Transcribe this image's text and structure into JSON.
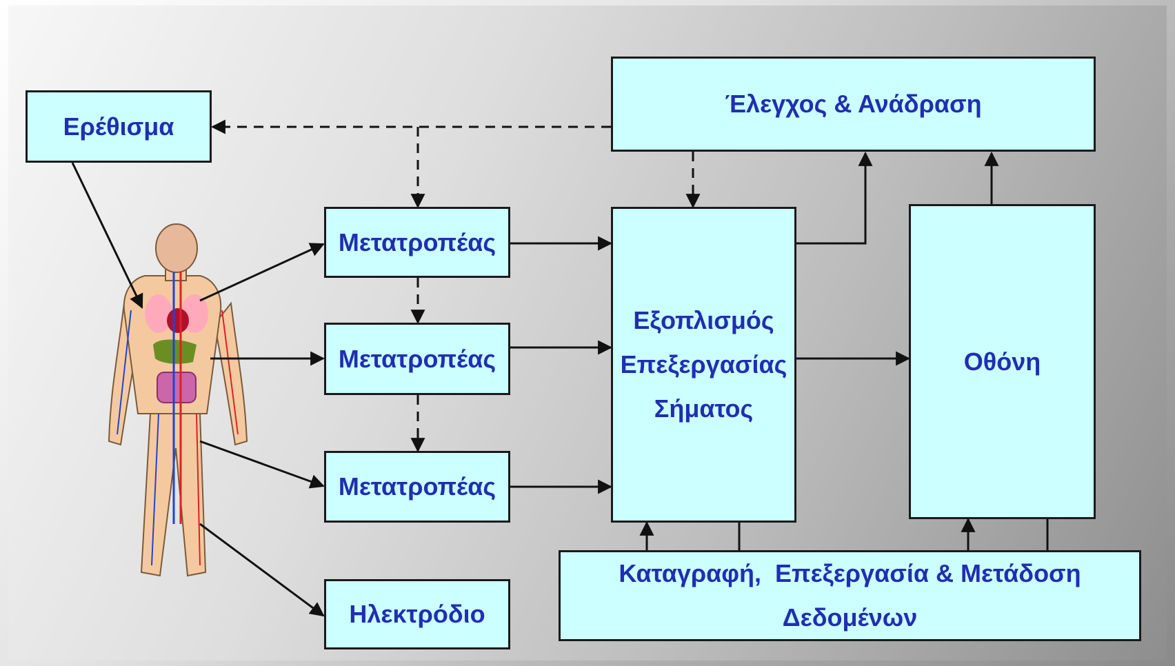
{
  "diagram": {
    "stimulus": "Ερέθισμα",
    "control": "Έλεγχος & Ανάδραση",
    "transducers": [
      "Μετατροπέας",
      "Μετατροπέας",
      "Μετατροπέας"
    ],
    "electrode": "Ηλεκτρόδιο",
    "processing": [
      "Εξοπλισμός",
      "Επεξεργασίας",
      "Σήματος"
    ],
    "display": "Οθόνη",
    "recording": [
      "Καταγραφή,  Επεξεργασία & Μετάδοση",
      "Δεδομένων"
    ]
  },
  "colors": {
    "box_fill": "#ccffff",
    "box_text": "#1f2fb0",
    "line": "#111111"
  },
  "icons": [
    "human-anatomy-icon"
  ]
}
